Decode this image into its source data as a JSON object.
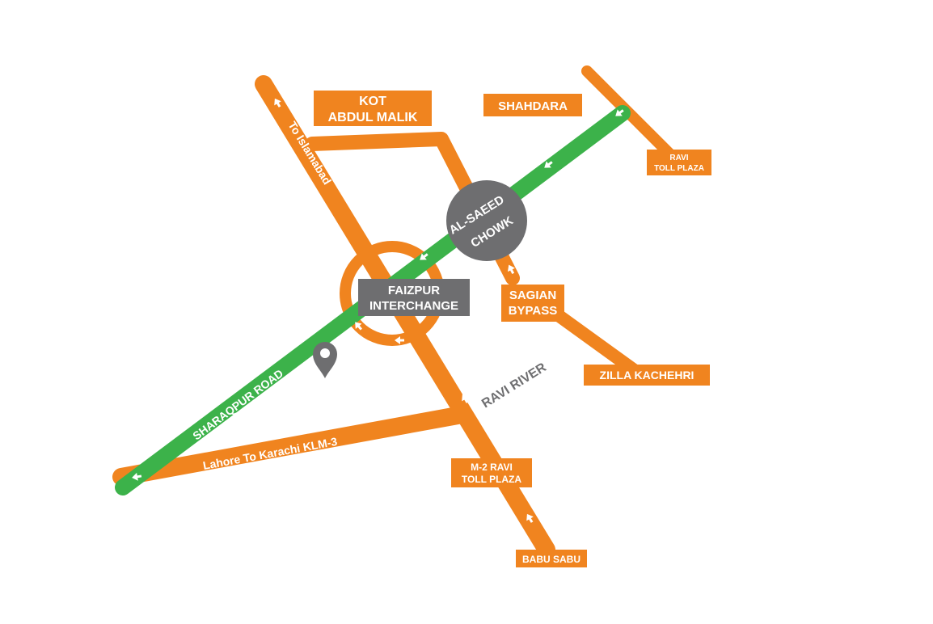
{
  "colors": {
    "road": "#f0841f",
    "green_road": "#3cb24a",
    "gray": "#6e6e70",
    "arrow": "#ffffff",
    "background": "#ffffff"
  },
  "labels": {
    "kot_line1": "KOT",
    "kot_line2": "ABDUL MALIK",
    "shahdara": "SHAHDARA",
    "ravi_toll_line1": "RAVI",
    "ravi_toll_line2": "TOLL PLAZA",
    "al_saeed_line1": "AL-SAEED",
    "al_saeed_line2": "CHOWK",
    "faizpur_line1": "FAIZPUR",
    "faizpur_line2": "INTERCHANGE",
    "sagian_line1": "SAGIAN",
    "sagian_line2": "BYPASS",
    "zilla_kachehri": "ZILLA KACHEHRI",
    "ravi_river": "RAVI RIVER",
    "m2_line1": "M-2 RAVI",
    "m2_line2": "TOLL PLAZA",
    "babu_sabu": "BABU SABU",
    "to_islamabad": "To Islamabad",
    "sharaqpur_road": "SHARAQPUR ROAD",
    "lahore_karachi": "Lahore To Karachi KLM-3"
  },
  "icons": {
    "location_pin": "map-pin-icon",
    "arrow": "direction-arrow-icon"
  }
}
